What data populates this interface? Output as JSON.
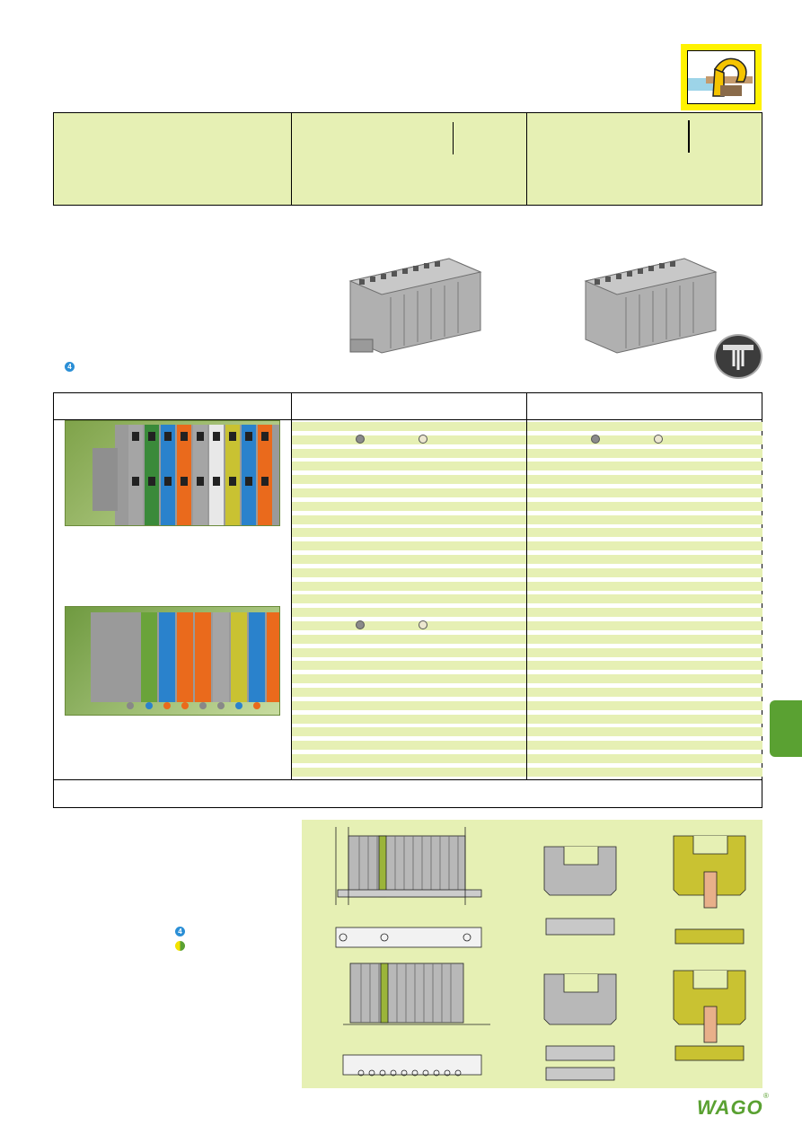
{
  "icons": {
    "corner": "cage-clamp-icon",
    "note_marker": "number-4-icon",
    "ground_marker": "ground-yellow-green-icon"
  },
  "markers": {
    "note": "4",
    "legend_note": "4"
  },
  "brand": {
    "logo_text": "WAGO",
    "registered": "®"
  },
  "colors": {
    "accent_green": "#5aa132",
    "table_fill": "#e6f0b4",
    "corner_yellow": "#fff200",
    "marker_blue": "#2b8fd6"
  }
}
